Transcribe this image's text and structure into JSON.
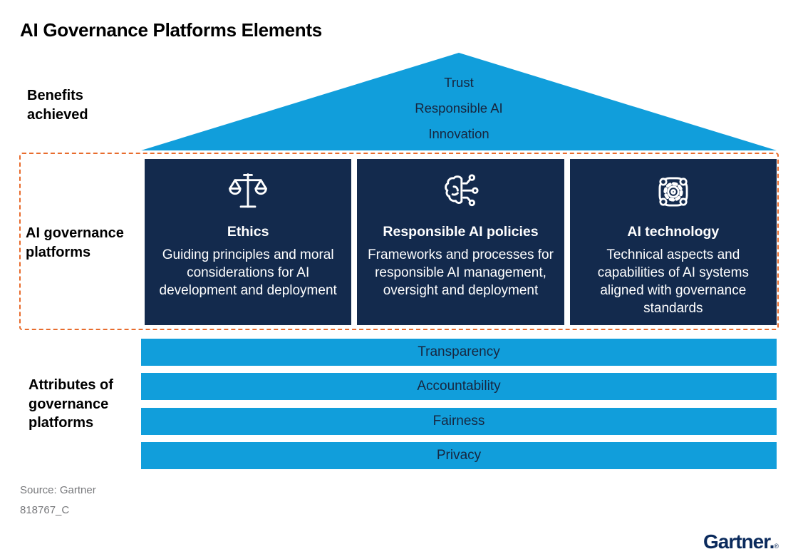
{
  "title": "AI Governance Platforms Elements",
  "colors": {
    "blue": "#119EDB",
    "navy": "#132A4D",
    "orange": "#E86C2D",
    "darktext": "#17263F",
    "gray": "#77787B",
    "logonavy": "#0A2A5C"
  },
  "roof": {
    "lines": [
      "Trust",
      "Responsible AI",
      "Innovation"
    ]
  },
  "labels": {
    "benefits": "Benefits achieved",
    "governance": "AI governance platforms",
    "attributes": "Attributes of governance platforms"
  },
  "cards": [
    {
      "icon": "scales-icon",
      "title": "Ethics",
      "desc": "Guiding principles and moral considerations for AI development and deployment"
    },
    {
      "icon": "brain-circuit-icon",
      "title": "Responsible AI policies",
      "desc": "Frameworks and processes for responsible AI management, oversight and deployment"
    },
    {
      "icon": "gear-network-icon",
      "title": "AI technology",
      "desc": "Technical aspects and capabilities of AI systems aligned with governance standards"
    }
  ],
  "bars": [
    "Transparency",
    "Accountability",
    "Fairness",
    "Privacy"
  ],
  "source": {
    "line1": "Source: Gartner",
    "line2": "818767_C"
  },
  "logo": {
    "text": "Gartner.",
    "reg": "®"
  }
}
